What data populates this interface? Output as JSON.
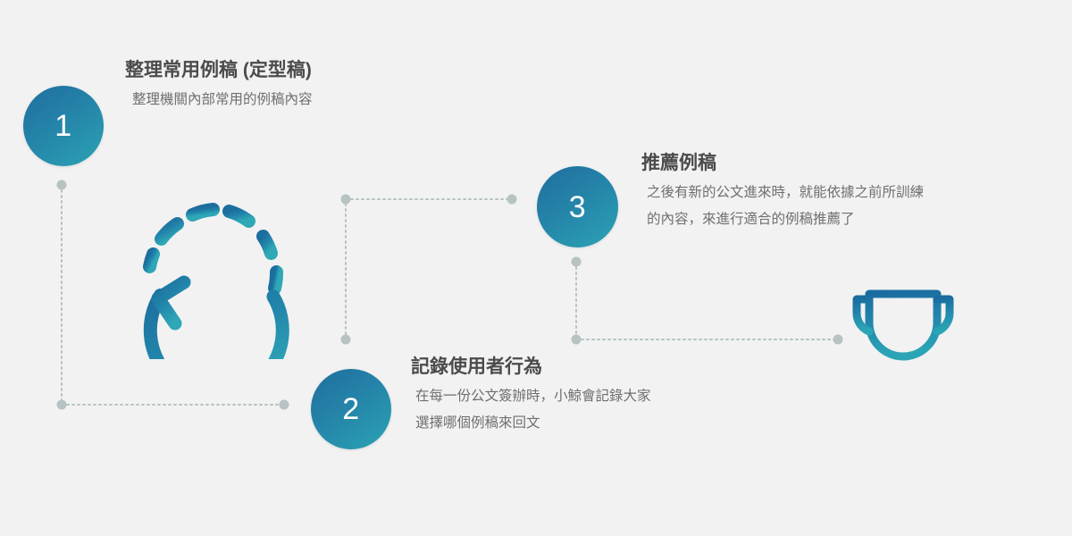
{
  "page": {
    "background_color": "#f2f2f2",
    "title_color": "#4b4b4b",
    "body_color": "#6f6f6f",
    "accent_dark": "#1f6e9e",
    "accent_mid": "#2482a8",
    "accent_light": "#2ba3b4",
    "connector_color": "#b7c2c2"
  },
  "steps": [
    {
      "number": "1",
      "title": "整理常用例稿 (定型稿)",
      "desc_lines": [
        "整理機關內部常用的例稿內容"
      ]
    },
    {
      "number": "2",
      "title": "記錄使用者行為",
      "desc_lines": [
        "在每一份公文簽辦時，小鯨會記錄大家",
        "選擇哪個例稿來回文"
      ]
    },
    {
      "number": "3",
      "title": "推薦例稿",
      "desc_lines": [
        "之後有新的公文進來時，就能依據之前所訓練",
        "的內容，來進行適合的例稿推薦了"
      ]
    }
  ],
  "icons": [
    {
      "name": "clock-dashed-refresh-icon",
      "label": "時鐘"
    },
    {
      "name": "trophy-icon",
      "label": "獎盃"
    }
  ]
}
